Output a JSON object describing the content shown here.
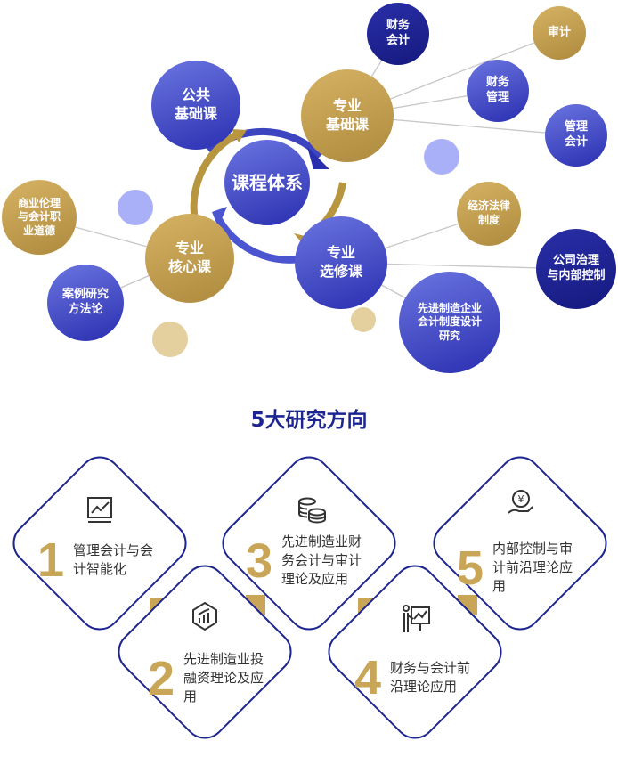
{
  "center": "课程体系",
  "main_nodes": [
    "公共\n基础课",
    "专业\n基础课",
    "专业\n核心课",
    "专业\n选修课"
  ],
  "leaf_nodes": {
    "financial_accounting": "财务\n会计",
    "audit": "审计",
    "financial_management": "财务\n管理",
    "management_accounting": "管理\n会计",
    "economic_law": "经济法律\n制度",
    "governance": "公司治理\n与内部控制",
    "advanced_mfg": "先进制造企业\n会计制度设计\n研究",
    "ethics": "商业伦理\n与会计职\n业道德",
    "case_study": "案例研究\n方法论"
  },
  "section_title": "5大研究方向",
  "directions": [
    {
      "num": "1",
      "text": "管理会计与会计智能化",
      "icon": "chart-trend-icon"
    },
    {
      "num": "2",
      "text": "先进制造业投融资理论及应用",
      "icon": "hexagon-bar-chart-icon"
    },
    {
      "num": "3",
      "text": "先进制造业财务会计与审计理论及应用",
      "icon": "coins-icon"
    },
    {
      "num": "4",
      "text": "财务与会计前沿理论应用",
      "icon": "presenter-icon"
    },
    {
      "num": "5",
      "text": "内部控制与审计前沿理论应用",
      "icon": "yen-hand-icon"
    }
  ]
}
